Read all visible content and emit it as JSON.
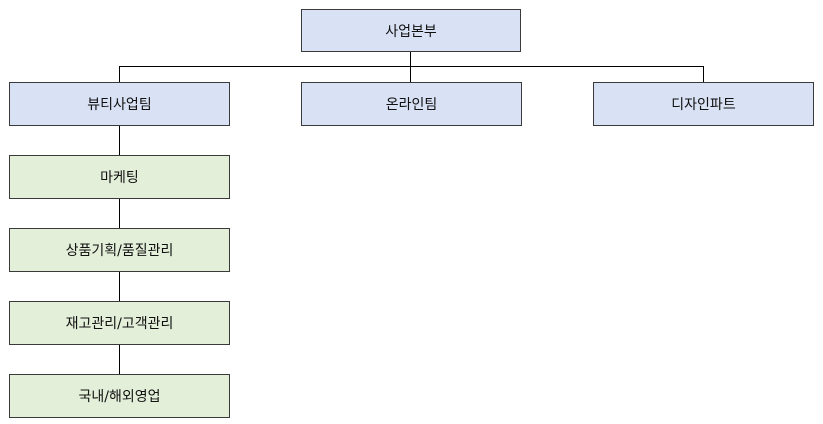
{
  "org": {
    "root": "사업본부",
    "teams": {
      "beauty": "뷰티사업팀",
      "online": "온라인팀",
      "design": "디자인파트"
    },
    "beauty_units": [
      "마케팅",
      "상품기획/품질관리",
      "재고관리/고객관리",
      "국내/해외영업"
    ]
  },
  "colors": {
    "department_fill": "#d9e1f4",
    "unit_fill": "#e3efd9",
    "border": "#3a3a3a",
    "connector": "#000000"
  }
}
